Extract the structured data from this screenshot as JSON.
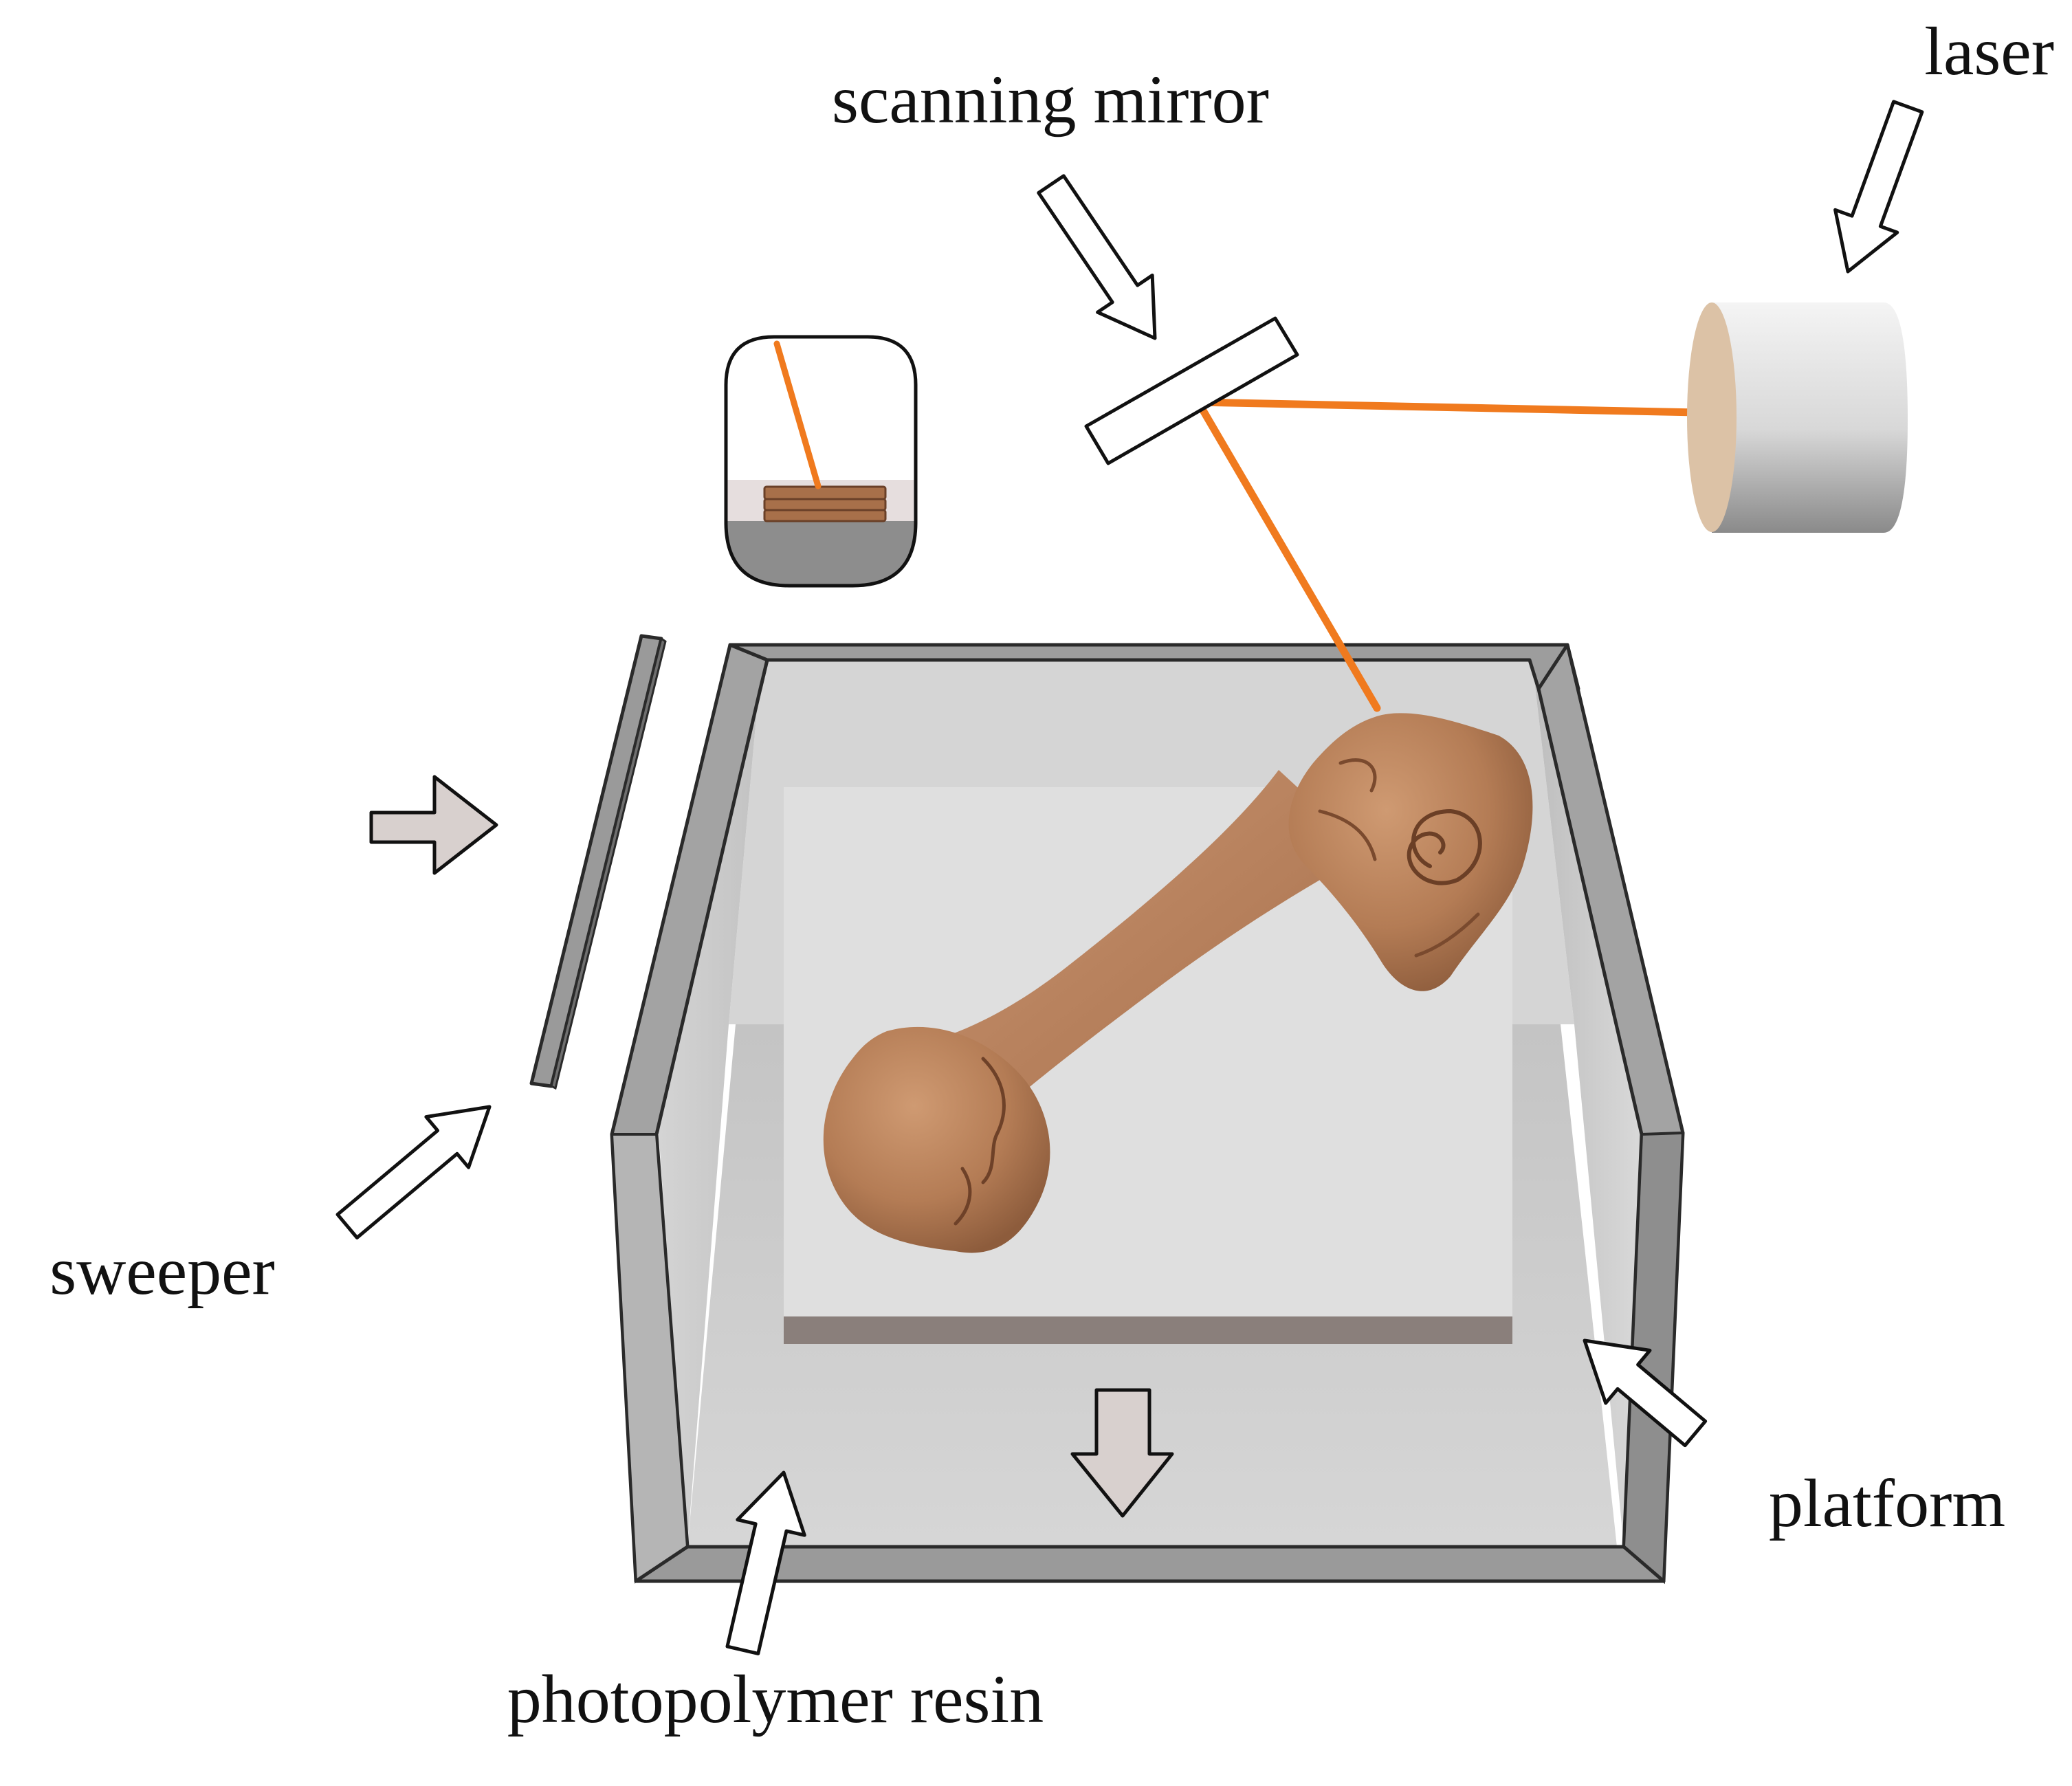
{
  "labels": {
    "laser": "laser",
    "scanning_mirror": "scanning mirror",
    "sweeper": "sweeper",
    "platform": "platform",
    "photopolymer_resin": "photopolymer resin"
  },
  "colors": {
    "beam": "#f07a1e",
    "outline": "#111111",
    "vat_gray": "#9c9c9c",
    "bone": "#b88058",
    "resin_gray": "#dcdcdc"
  },
  "icons": {
    "label_arrow": "hollow-arrow-icon",
    "motion_arrow": "gray-block-arrow-icon"
  }
}
